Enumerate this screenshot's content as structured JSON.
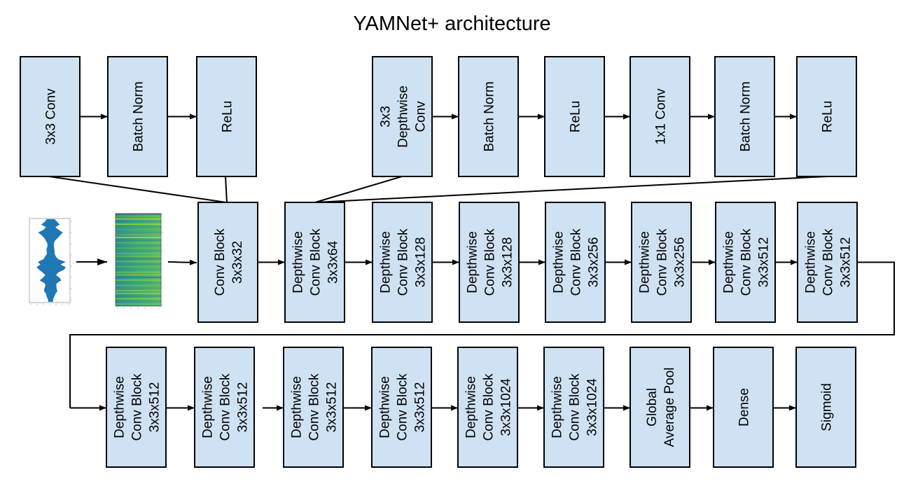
{
  "title": "YAMNet+ architecture",
  "colors": {
    "box_fill": "#cfe2f3",
    "box_stroke": "#000000",
    "waveform": "#1f77b4"
  },
  "conv_block_detail": [
    "3x3 Conv",
    "Batch Norm",
    "ReLu"
  ],
  "depthwise_block_detail": [
    "3x3 Depthwise Conv",
    "Batch Norm",
    "ReLu",
    "1x1 Conv",
    "Batch Norm",
    "ReLu"
  ],
  "inputs": [
    {
      "name": "waveform",
      "icon": "waveform-plot"
    },
    {
      "name": "spectrogram",
      "icon": "mel-spectrogram-plot"
    }
  ],
  "row1_blocks": [
    "Conv Block 3x3x32",
    "Depthwise Conv Block 3x3x64",
    "Depthwise Conv Block 3x3x128",
    "Depthwise Conv Block 3x3x128",
    "Depthwise Conv Block 3x3x256",
    "Depthwise Conv Block 3x3x256",
    "Depthwise Conv Block 3x3x512",
    "Depthwise Conv Block 3x3x512"
  ],
  "row2_blocks": [
    "Depthwise Conv Block 3x3x512",
    "Depthwise Conv Block 3x3x512",
    "Depthwise Conv Block 3x3x512",
    "Depthwise Conv Block 3x3x512",
    "Depthwise Conv Block 3x3x1024",
    "Depthwise Conv Block 3x3x1024",
    "Global Average Pool",
    "Dense",
    "Sigmoid"
  ]
}
